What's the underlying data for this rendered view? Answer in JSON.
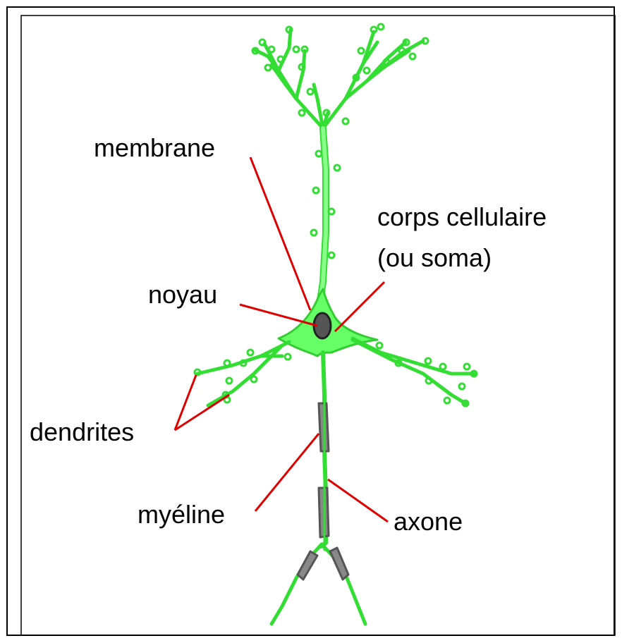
{
  "labels": {
    "membrane": "membrane",
    "cell_body_line1": "corps cellulaire",
    "cell_body_line2": "(ou soma)",
    "nucleus": "noyau",
    "dendrites": "dendrites",
    "myelin": "myéline",
    "axon": "axone"
  },
  "colors": {
    "neuron_fill": "#66ff66",
    "neuron_stroke": "#33cc33",
    "nucleus": "#555555",
    "myelin": "#777777",
    "leader_line": "#dd0000",
    "frame": "#000000",
    "background": "#ffffff"
  }
}
